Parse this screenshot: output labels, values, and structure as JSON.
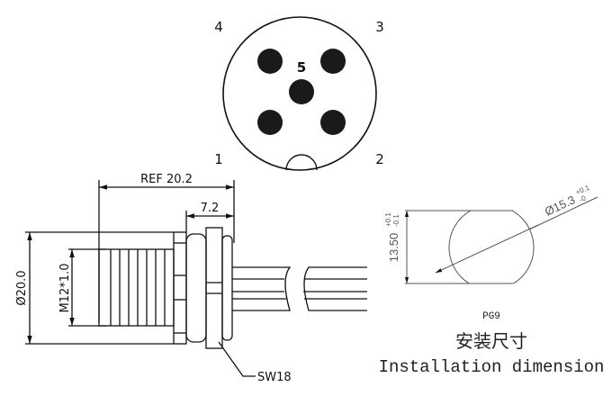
{
  "pinout": {
    "pins": [
      "1",
      "2",
      "3",
      "4",
      "5"
    ]
  },
  "side_view": {
    "ref_length": "REF 20.2",
    "nut_length": "7.2",
    "diameter": "Ø20.0",
    "thread": "M12*1.0",
    "wrench": "SW18"
  },
  "installation": {
    "height": "13.50",
    "height_tol_plus": "+0.1",
    "height_tol_minus": "-0.1",
    "diameter": "Ø15.3",
    "dia_tol_plus": "+0.1",
    "dia_tol_minus": "-0",
    "type": "PG9",
    "title_cn": "安装尺寸",
    "title_en": "Installation dimension"
  },
  "colors": {
    "line": "#111111",
    "pin": "#1a1a1a"
  }
}
